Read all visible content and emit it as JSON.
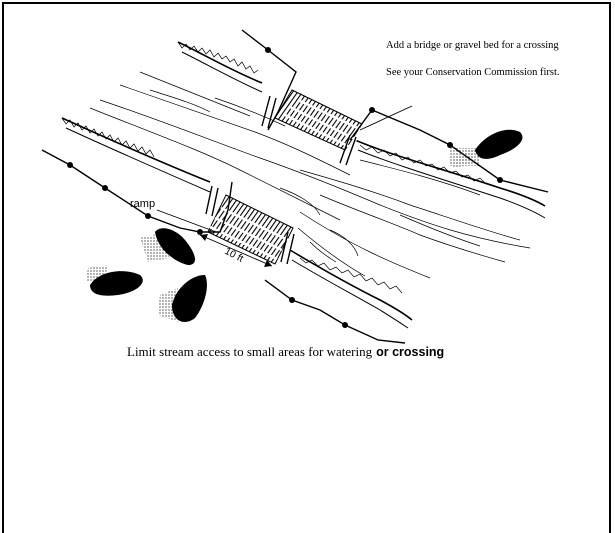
{
  "notes": {
    "line1": "Add a bridge or gravel bed for a crossing",
    "line2": "See your Conservation Commission first."
  },
  "labels": {
    "ramp": "ramp",
    "width": "10 ft"
  },
  "caption": {
    "main": "Limit stream access to small areas for watering",
    "bold_part": "or crossing"
  },
  "colors": {
    "ink": "#000000",
    "frame": "#000000",
    "background": "#ffffff"
  }
}
